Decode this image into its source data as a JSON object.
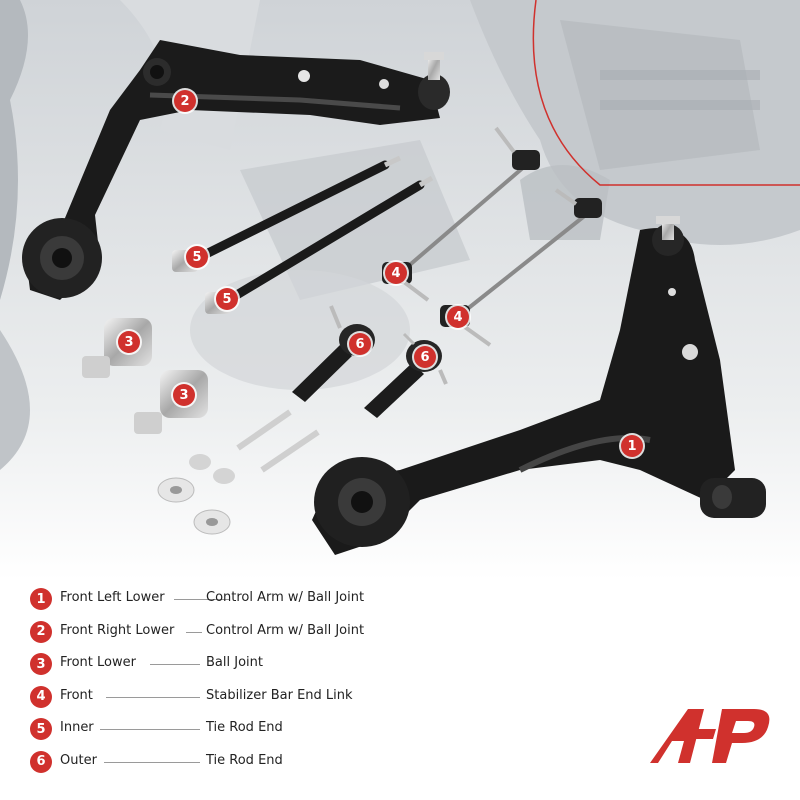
{
  "accent_color": "#d0312d",
  "logo": {
    "icon": "brand-logo-icon"
  },
  "markers": [
    {
      "number": "2"
    },
    {
      "number": "5"
    },
    {
      "number": "5"
    },
    {
      "number": "3"
    },
    {
      "number": "3"
    },
    {
      "number": "4"
    },
    {
      "number": "4"
    },
    {
      "number": "6"
    },
    {
      "number": "6"
    },
    {
      "number": "1"
    }
  ],
  "legend": [
    {
      "number": "1",
      "position": "Front Left Lower",
      "part": "Control Arm w/ Ball Joint"
    },
    {
      "number": "2",
      "position": "Front Right Lower",
      "part": "Control Arm w/ Ball Joint"
    },
    {
      "number": "3",
      "position": "Front Lower",
      "part": "Ball Joint"
    },
    {
      "number": "4",
      "position": "Front",
      "part": "Stabilizer Bar End Link"
    },
    {
      "number": "5",
      "position": "Inner",
      "part": "Tie Rod End"
    },
    {
      "number": "6",
      "position": "Outer",
      "part": "Tie Rod End"
    }
  ]
}
